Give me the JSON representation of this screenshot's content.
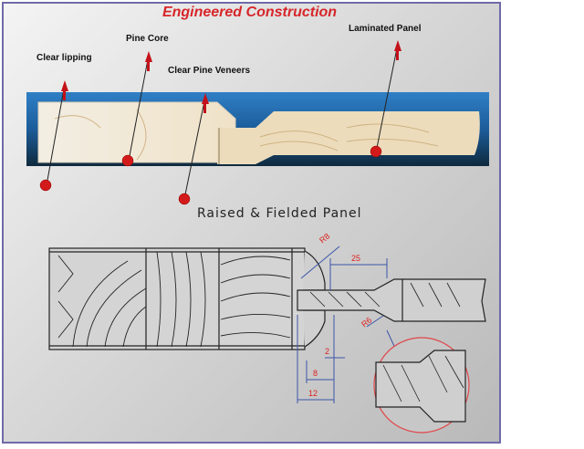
{
  "title": "Engineered Construction",
  "photo_labels": {
    "clear_lipping": "Clear lipping",
    "pine_core": "Pine Core",
    "clear_pine_veneers": "Clear Pine Veneers",
    "laminated_panel": "Laminated Panel"
  },
  "drawing": {
    "title": "Raised & Fielded Panel",
    "dimensions": {
      "r8": "R8",
      "d25": "25",
      "r6": "R6",
      "d2": "2",
      "d8": "8",
      "d12": "12"
    }
  },
  "colors": {
    "accent_red": "#d7262a",
    "frame": "#6f6aa8",
    "dimension_blue": "#3b55a8",
    "photo_bg": "#1f6fb8"
  }
}
